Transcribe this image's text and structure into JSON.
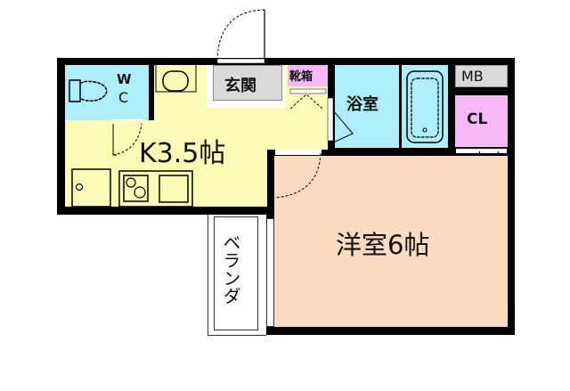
{
  "floorplan": {
    "colors": {
      "wall": "#000000",
      "wc": "#aeeefa",
      "kitchen": "#fdfbb6",
      "entrance": "#d9d9d9",
      "shoe_box": "#f8b8f8",
      "bath": "#aeeefa",
      "mb": "#d9d9d9",
      "closet": "#f8b8f8",
      "western_room": "#fcdcc0",
      "veranda": "#ffffff"
    },
    "rooms": {
      "wc": {
        "label_top": "W",
        "label_bottom": "C"
      },
      "kitchen": {
        "label": "K3.5帖"
      },
      "entrance": {
        "label": "玄関"
      },
      "shoe_box": {
        "label": "靴箱"
      },
      "bath": {
        "label": "浴室"
      },
      "mb": {
        "label": "MB"
      },
      "closet": {
        "label": "CL"
      },
      "western_room": {
        "label": "洋室6帖"
      },
      "veranda": {
        "label": "ベランダ"
      }
    },
    "icons": [
      "toilet-icon",
      "washbasin-icon",
      "sink-icon",
      "stove-icon",
      "fridge-space-icon",
      "bathtub-icon",
      "door-swing-icon"
    ]
  }
}
